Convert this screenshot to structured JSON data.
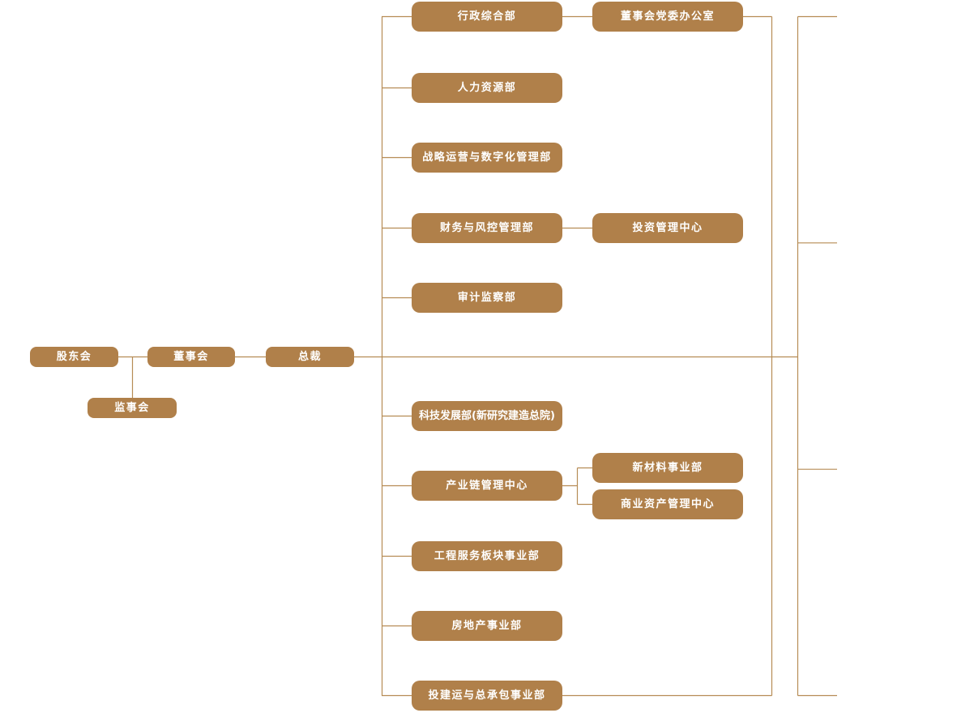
{
  "colors": {
    "node_fill": "#b0804a",
    "node_text": "#ffffff",
    "connector": "#b68c55",
    "page_bg": "#ffffff"
  },
  "org": {
    "governance": [
      {
        "label": "股东会"
      },
      {
        "label": "董事会"
      },
      {
        "label": "总裁"
      },
      {
        "label": "监事会"
      }
    ],
    "departments": [
      {
        "label": "行政综合部",
        "children": [
          "董事会党委办公室"
        ]
      },
      {
        "label": "人力资源部",
        "children": []
      },
      {
        "label": "战略运营与数字化管理部",
        "children": []
      },
      {
        "label": "财务与风控管理部",
        "children": [
          "投资管理中心"
        ]
      },
      {
        "label": "审计监察部",
        "children": []
      },
      {
        "label": "科技发展部(新研究建造总院)",
        "children": []
      },
      {
        "label": "产业链管理中心",
        "children": [
          "新材料事业部",
          "商业资产管理中心"
        ]
      },
      {
        "label": "工程服务板块事业部",
        "children": []
      },
      {
        "label": "房地产事业部",
        "children": []
      },
      {
        "label": "投建运与总承包事业部",
        "children": []
      }
    ]
  }
}
